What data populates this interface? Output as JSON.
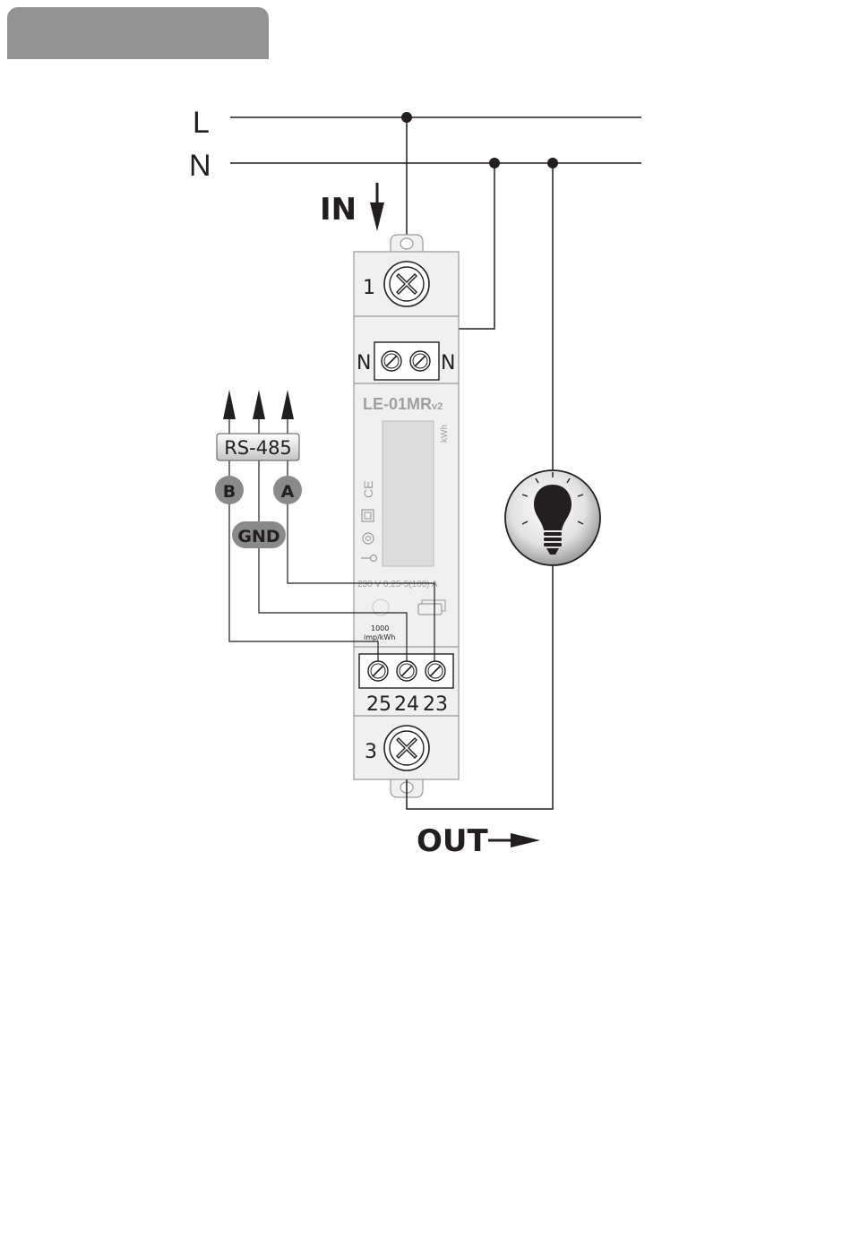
{
  "lines": {
    "l": "L",
    "n": "N"
  },
  "arrows": {
    "in": "IN",
    "out": "OUT"
  },
  "meter": {
    "model": "LE-01MR",
    "model_suffix": "v2",
    "unit": "kWh",
    "ce": "CE",
    "rating": "230 V 0,25-5(100) A",
    "impulse_line1": "1000",
    "impulse_line2": "imp/kWh",
    "terminal_top": "1",
    "terminal_bottom": "3",
    "neutral_left": "N",
    "neutral_right": "N",
    "t25": "25",
    "t24": "24",
    "t23": "23"
  },
  "rs485": {
    "label": "RS-485",
    "b": "B",
    "a": "A",
    "gnd": "GND"
  },
  "colors": {
    "wire": "#231f20",
    "device": "#f0f0f0",
    "device_border": "#9a9a9a",
    "badge": "#8a8a8a",
    "header": "#939393"
  },
  "icons": {
    "lamp": "light-bulb-icon",
    "screw": "cross-screw-icon",
    "terminal": "slotted-screw-icon"
  }
}
